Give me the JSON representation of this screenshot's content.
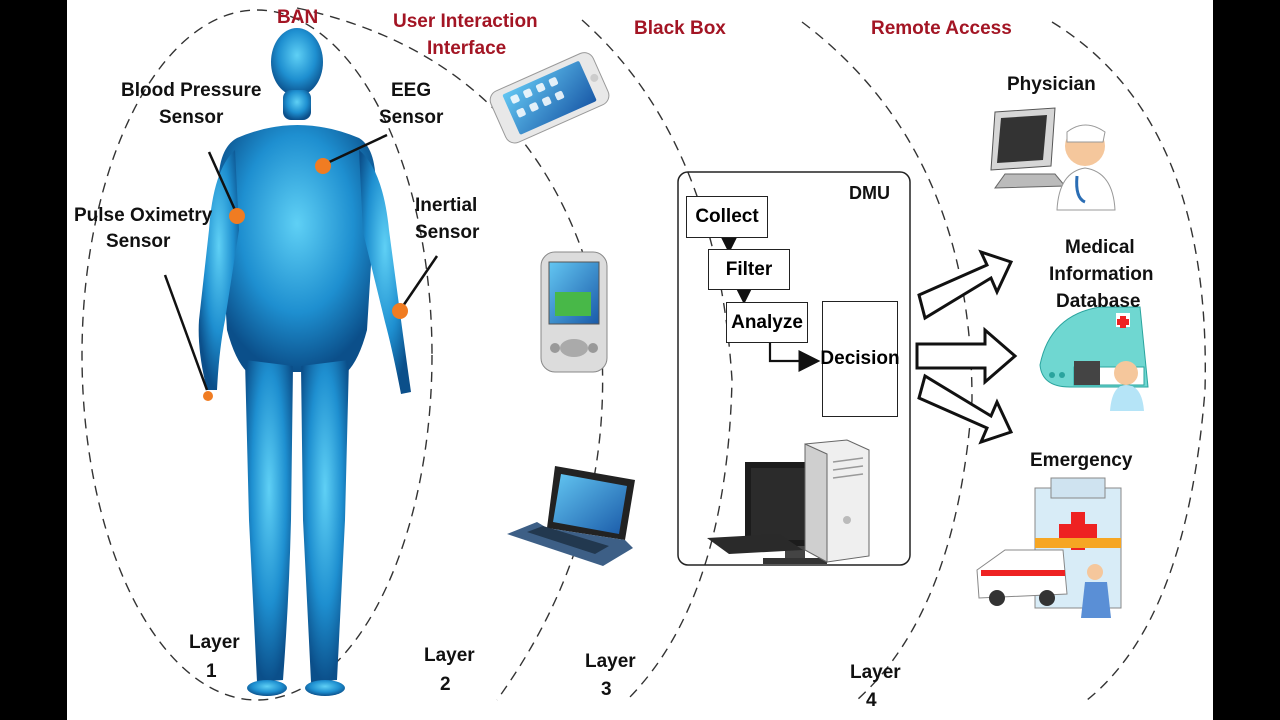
{
  "headers": {
    "ban": "BAN",
    "user_interaction_1": "User Interaction",
    "user_interaction_2": "Interface",
    "black_box": "Black Box",
    "remote_access": "Remote Access"
  },
  "sensors": {
    "blood_pressure_1": "Blood Pressure",
    "blood_pressure_2": "Sensor",
    "eeg_1": "EEG",
    "eeg_2": "Sensor",
    "pulse_oximetry_1": "Pulse Oximetry",
    "pulse_oximetry_2": "Sensor",
    "inertial_1": "Inertial",
    "inertial_2": "Sensor"
  },
  "dmu": {
    "title": "DMU",
    "collect": "Collect",
    "filter": "Filter",
    "analyze": "Analyze",
    "decision": "Decision"
  },
  "remote": {
    "physician": "Physician",
    "medical_1": "Medical",
    "medical_2": "Information",
    "medical_3": "Database",
    "emergency": "Emergency"
  },
  "layers": {
    "l1_a": "Layer",
    "l1_b": "1",
    "l2_a": "Layer",
    "l2_b": "2",
    "l3_a": "Layer",
    "l3_b": "3",
    "l4_a": "Layer",
    "l4_b": "4"
  },
  "colors": {
    "header_red": "#a31524",
    "body_blue": "#1e8fd0",
    "sensor_orange": "#f07c22"
  },
  "icons": [
    "human-body-illustration",
    "smartphone-icon",
    "pda-icon",
    "laptop-icon",
    "desktop-computer-icon",
    "physician-icon",
    "medical-database-icon",
    "emergency-hospital-icon"
  ]
}
